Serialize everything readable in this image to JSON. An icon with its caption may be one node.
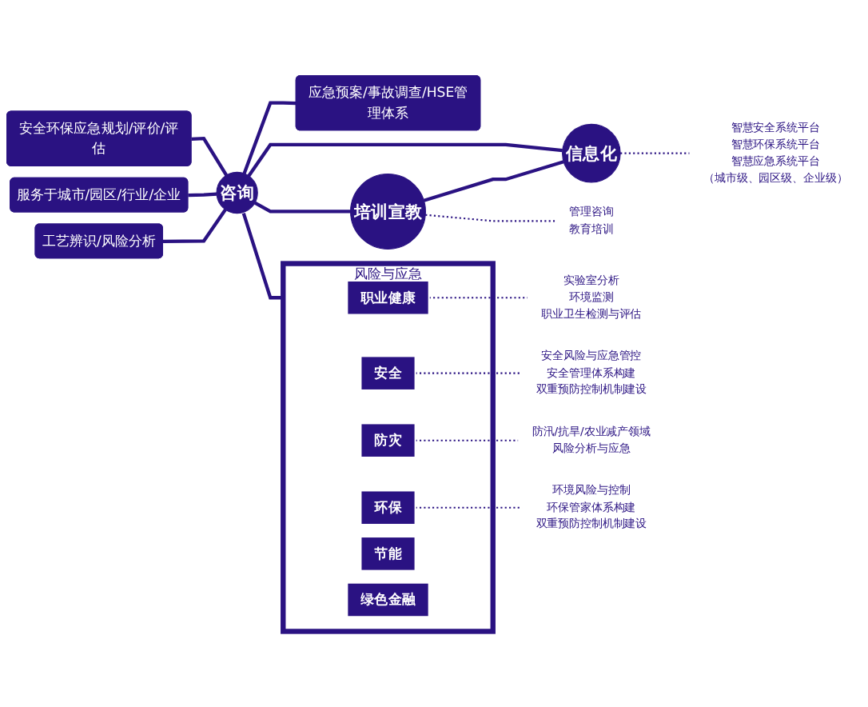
{
  "diagram": {
    "nodes": [
      {
        "text": [
          "咨询"
        ]
      },
      {
        "text": [
          "安全环保应急规划/评价/评估"
        ]
      },
      {
        "text": [
          "服务于城市/园区/行业/企业"
        ]
      },
      {
        "text": [
          "工艺辨识/风险分析"
        ]
      },
      {
        "text": [
          "应急预案/事故调查/HSE管理体系"
        ]
      },
      {
        "text": [
          "风险与应急"
        ]
      },
      {
        "text": [
          "职业健康"
        ],
        "in": 5
      },
      {
        "text": [
          "安全"
        ],
        "in": 5
      },
      {
        "text": [
          "防灾"
        ],
        "in": 5
      },
      {
        "text": [
          "环保"
        ],
        "in": 5
      },
      {
        "text": [
          "节能"
        ],
        "in": 5
      },
      {
        "text": [
          "绿色金融"
        ],
        "in": 5
      },
      {
        "text": [
          "信息化"
        ]
      },
      {
        "text": [
          "培训宣教"
        ]
      },
      {
        "text": [
          "实验室分析",
          "环境监测",
          "职业卫生检测与评估"
        ]
      },
      {
        "text": [
          "安全风险与应急管控",
          "安全管理体系构建",
          "双重预防控制机制建设"
        ]
      },
      {
        "text": [
          "防汛/抗旱/农业减产领域",
          "风险分析与应急"
        ]
      },
      {
        "text": [
          "环境风险与控制",
          "环保管家体系构建",
          "双重预防控制机制建设"
        ]
      },
      {
        "text": [
          "智慧安全系统平台",
          "智慧环保系统平台",
          "智慧应急系统平台",
          "（城市级、园区级、企业级）"
        ]
      },
      {
        "text": [
          "管理咨询",
          "教育培训"
        ]
      }
    ],
    "edges": [
      {
        "from": 1,
        "to": 0,
        "arrow": "none"
      },
      {
        "from": 2,
        "to": 0,
        "arrow": "none"
      },
      {
        "from": 3,
        "to": 0,
        "arrow": "none"
      },
      {
        "from": 0,
        "to": 4,
        "arrow": "none"
      },
      {
        "from": 0,
        "to": 5,
        "arrow": "none"
      },
      {
        "from": 0,
        "to": 12,
        "arrow": "none"
      },
      {
        "from": 0,
        "to": 13,
        "arrow": "none"
      },
      {
        "from": 13,
        "to": 12,
        "arrow": "none"
      },
      {
        "from": 6,
        "to": 14,
        "arrow": "none",
        "style": "dashed"
      },
      {
        "from": 7,
        "to": 15,
        "arrow": "none",
        "style": "dashed"
      },
      {
        "from": 8,
        "to": 16,
        "arrow": "none",
        "style": "dashed"
      },
      {
        "from": 9,
        "to": 17,
        "arrow": "none",
        "style": "dashed"
      },
      {
        "from": 12,
        "to": 18,
        "arrow": "none",
        "style": "dashed"
      },
      {
        "from": 13,
        "to": 19,
        "arrow": "none",
        "style": "dashed"
      }
    ]
  }
}
